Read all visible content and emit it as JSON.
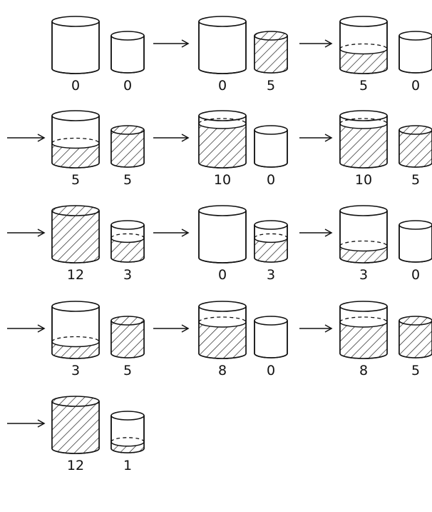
{
  "colors": {
    "stroke": "#111111",
    "hatch": "#111111",
    "background": "#ffffff"
  },
  "large_capacity": 12,
  "small_capacity": 5,
  "arrow_icon": "right-arrow-icon",
  "rows": [
    {
      "states": [
        {
          "large": 0,
          "small": 0
        },
        {
          "large": 0,
          "small": 5
        },
        {
          "large": 5,
          "small": 0
        }
      ]
    },
    {
      "states": [
        {
          "large": 5,
          "small": 5
        },
        {
          "large": 10,
          "small": 0
        },
        {
          "large": 10,
          "small": 5
        }
      ]
    },
    {
      "states": [
        {
          "large": 12,
          "small": 3
        },
        {
          "large": 0,
          "small": 3
        },
        {
          "large": 3,
          "small": 0
        }
      ]
    },
    {
      "states": [
        {
          "large": 3,
          "small": 5
        },
        {
          "large": 8,
          "small": 0
        },
        {
          "large": 8,
          "small": 5
        }
      ]
    },
    {
      "states": [
        {
          "large": 12,
          "small": 1
        }
      ]
    }
  ]
}
